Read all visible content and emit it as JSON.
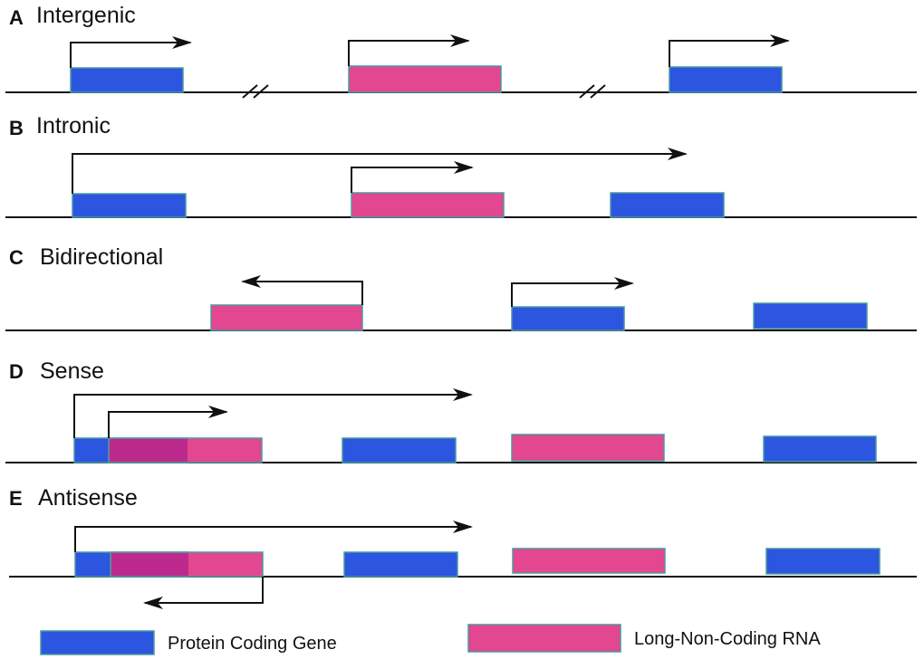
{
  "panels": [
    {
      "letter": "A",
      "title": "Intergenic"
    },
    {
      "letter": "B",
      "title": "Intronic"
    },
    {
      "letter": "C",
      "title": "Bidirectional"
    },
    {
      "letter": "D",
      "title": "Sense"
    },
    {
      "letter": "E",
      "title": "Antisense"
    }
  ],
  "legend": {
    "protein_coding": "Protein Coding Gene",
    "lncrna": "Long-Non-Coding RNA"
  },
  "colors": {
    "protein_coding": "#2c55e0",
    "lncrna": "#e2478f",
    "overlap": "#bc2a8d"
  }
}
